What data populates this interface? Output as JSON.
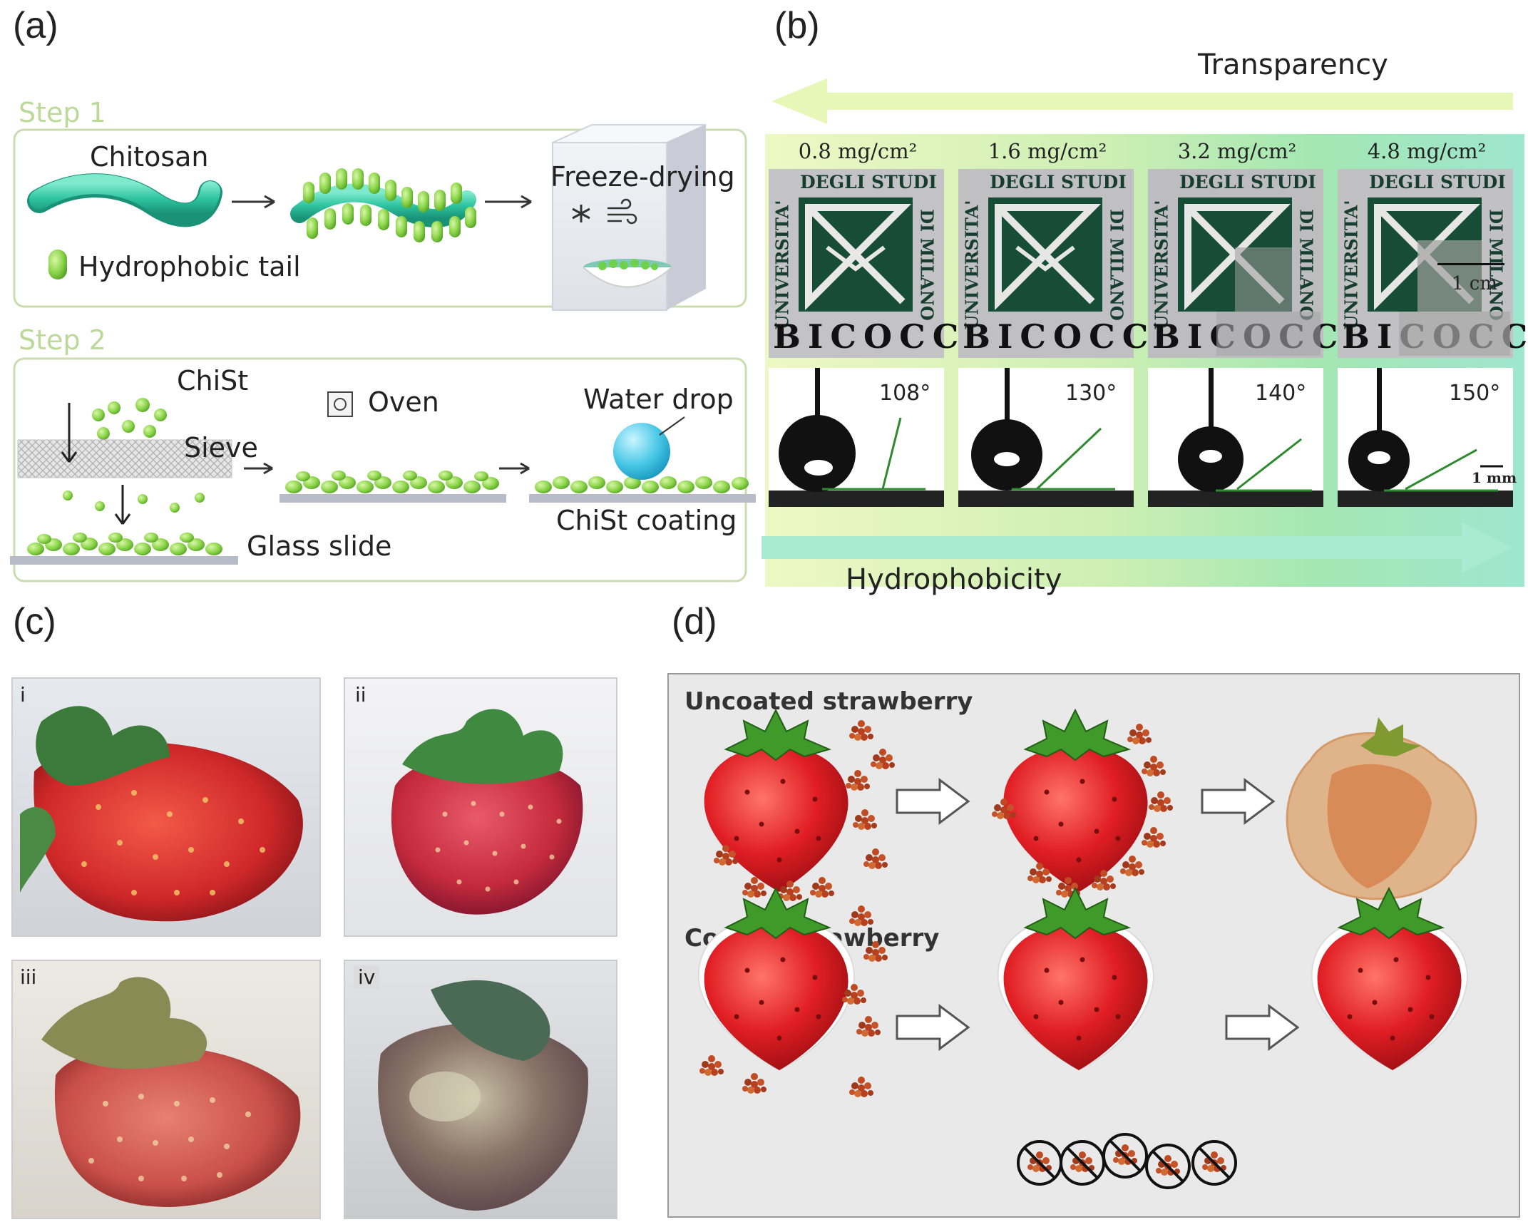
{
  "panel_labels": {
    "a": "(a)",
    "b": "(b)",
    "c": "(c)",
    "d": "(d)"
  },
  "panel_a": {
    "step1_title": "Step 1",
    "step2_title": "Step 2",
    "chitosan": "Chitosan",
    "hydrophobic_tail": "Hydrophobic tail",
    "freeze_drying": "Freeze-drying",
    "chist": "ChiSt",
    "sieve": "Sieve",
    "oven": "Oven",
    "water_drop": "Water drop",
    "glass_slide": "Glass slide",
    "chist_coating": "ChiSt coating"
  },
  "panel_b": {
    "transparency": "Transparency",
    "hydrophobicity": "Hydrophobicity",
    "logo_line1": "DEGLI STUDI",
    "logo_side_left": "UNIVERSITA'",
    "logo_side_right": "DI MILANO",
    "logo_bottom": "BICOCCA",
    "scale_cm": "1 cm",
    "scale_mm": "1 mm",
    "samples": [
      {
        "loading": "0.8 mg/cm²",
        "angle": "108°"
      },
      {
        "loading": "1.6 mg/cm²",
        "angle": "130°"
      },
      {
        "loading": "3.2 mg/cm²",
        "angle": "140°"
      },
      {
        "loading": "4.8 mg/cm²",
        "angle": "150°"
      }
    ]
  },
  "panel_c": {
    "photos": [
      "i",
      "ii",
      "iii",
      "iv"
    ]
  },
  "panel_d": {
    "uncoated": "Uncoated strawberry",
    "coated": "Coated strawberry"
  },
  "colors": {
    "step_green": "#b9d98c",
    "chitosan_teal": "#2ec4a0",
    "tail_green": "#8ed64c",
    "transparency_arrow": "#e6f7b8",
    "hydrophobicity_arrow": "#a8ead2",
    "logo_green": "#174d36",
    "strawberry_red": "#d8151b"
  }
}
